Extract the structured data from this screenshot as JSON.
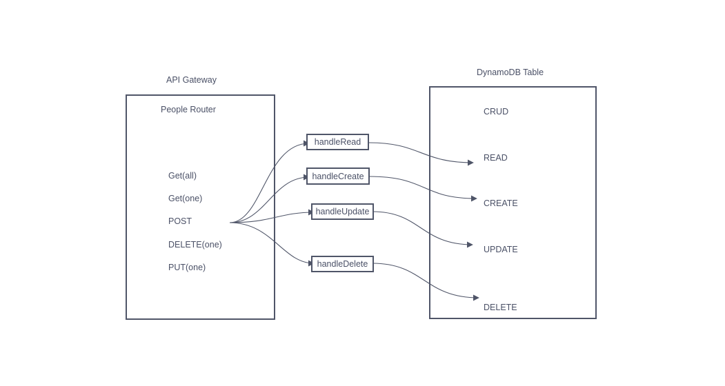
{
  "api_gateway": {
    "title": "API Gateway",
    "router_label": "People Router",
    "methods": [
      "Get(all)",
      "Get(one)",
      "POST",
      "DELETE(one)",
      "PUT(one)"
    ]
  },
  "handlers": [
    "handleRead",
    "handleCreate",
    "handleUpdate",
    "handleDelete"
  ],
  "dynamodb": {
    "title": "DynamoDB Table",
    "heading": "CRUD",
    "operations": [
      "READ",
      "CREATE",
      "UPDATE",
      "DELETE"
    ]
  },
  "colors": {
    "stroke": "#4f5568",
    "text": "#4a5066",
    "background": "#ffffff"
  }
}
